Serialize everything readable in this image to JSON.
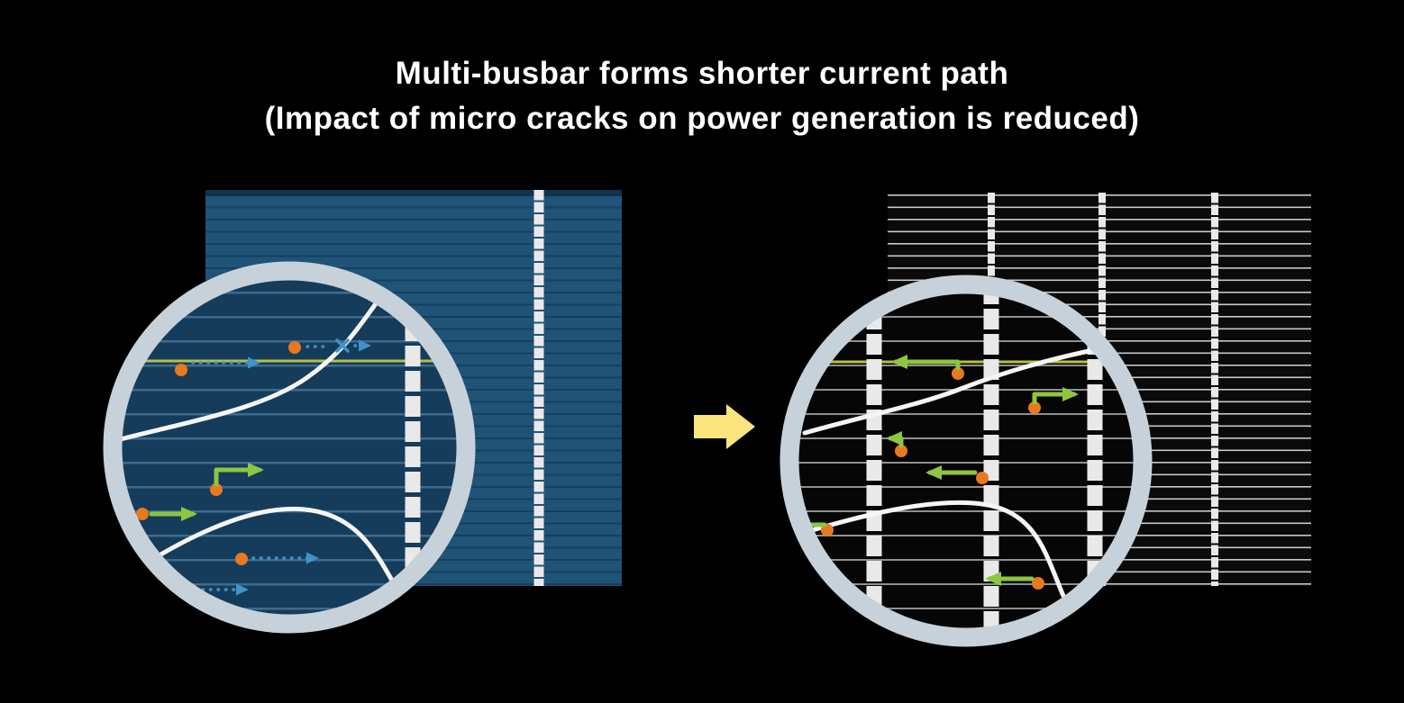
{
  "title": {
    "line1": "Multi-busbar forms shorter current path",
    "line2": "(Impact of micro cracks on power generation is reduced)"
  },
  "colors": {
    "background": "#000000",
    "title_text": "#ffffff",
    "cell_blue": "#1f5377",
    "cell_blue_line": "#16405e",
    "cell_blue_top": "#0f3350",
    "mag_blue": "#153c5a",
    "mag_blue_line": "#3f6b8c",
    "cell_black": "#0a0a0a",
    "cell_black_line": "#c8c8c8",
    "mag_black": "#060606",
    "mag_black_line": "#909090",
    "busbar": "#e9e9e9",
    "circle_rim": "#c7d1da",
    "crack": "#f5f5f5",
    "finger_highlight": "#b9bf45",
    "carrier_orange": "#e8791e",
    "long_path_blue": "#3f93c9",
    "short_path_green": "#8dc63f",
    "transition_arrow": "#f9e47e"
  },
  "icons": {
    "transition_arrow": "right-block-arrow",
    "carrier": "orange-dot",
    "long_current_path": "blue-dotted-arrow",
    "blocked_path": "blue-x-mark",
    "short_current_path": "green-arrow"
  }
}
